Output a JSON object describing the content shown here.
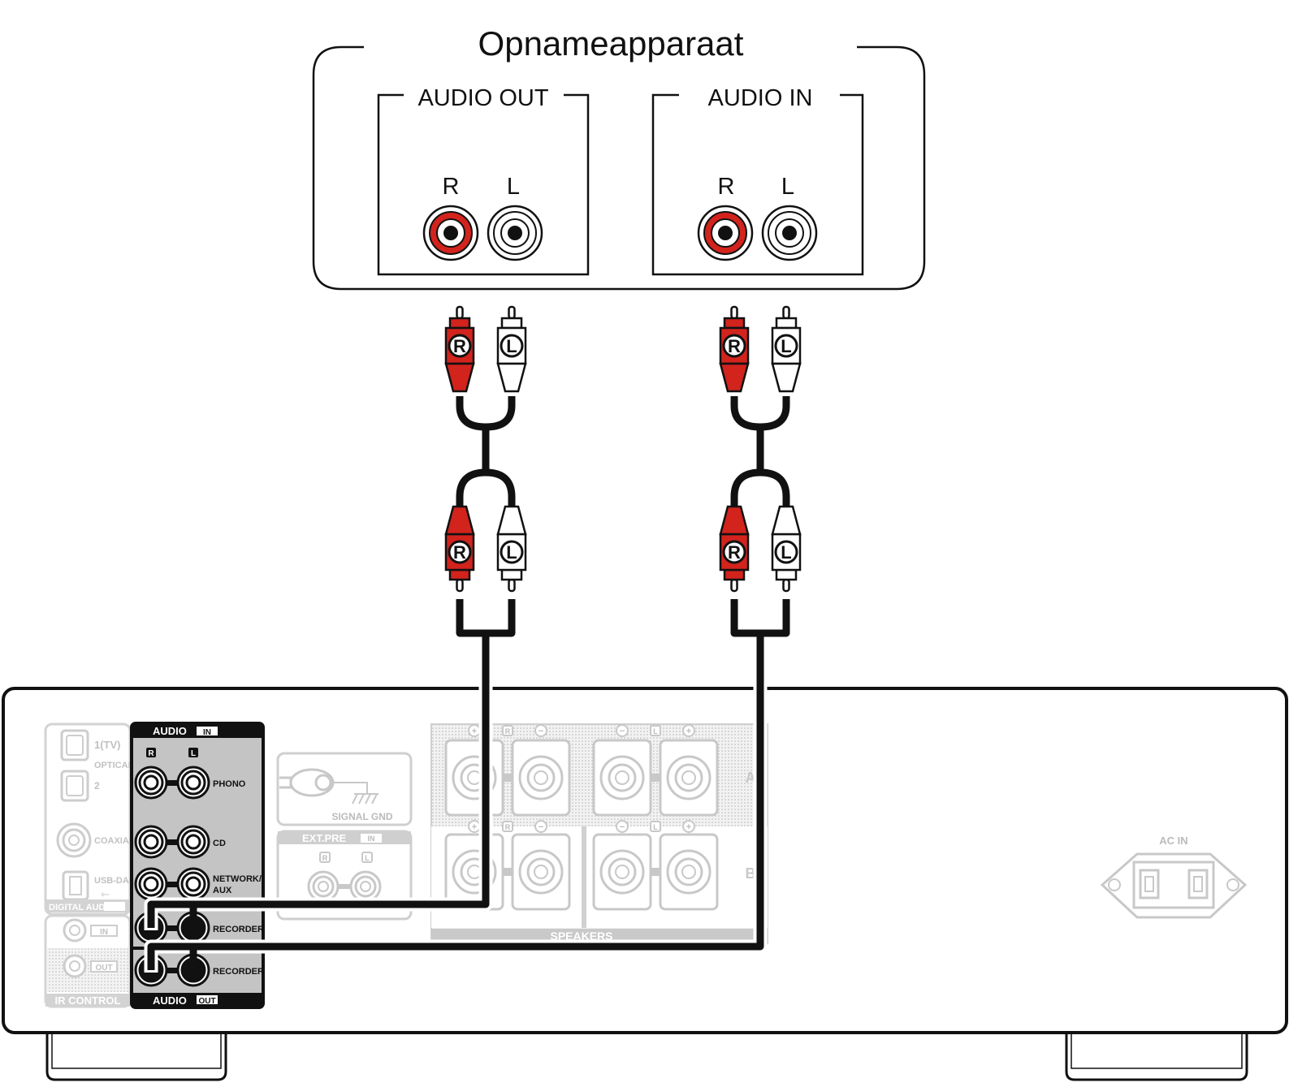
{
  "recorder": {
    "title": "Opnameapparaat",
    "audio_out_label": "AUDIO OUT",
    "audio_in_label": "AUDIO IN",
    "r_label": "R",
    "l_label": "L"
  },
  "cable": {
    "r_label": "R",
    "l_label": "L"
  },
  "amplifier": {
    "audio_in_header": "AUDIO",
    "in_tag": "IN",
    "out_tag": "OUT",
    "r_label": "R",
    "l_label": "L",
    "phono_label": "PHONO",
    "cd_label": "CD",
    "network_label_1": "NETWORK/",
    "network_label_2": "AUX",
    "recorder_in_label": "RECORDER",
    "recorder_out_label": "RECORDER",
    "audio_out_footer": "AUDIO",
    "optical_1_label": "1(TV)",
    "optical_label": "OPTICAL",
    "optical_2_label": "2",
    "coaxial_label": "COAXIAL",
    "usb_dac_label": "USB-DAC",
    "digital_audio_label": "DIGITAL AUDIO",
    "ir_in_label": "IN",
    "ir_out_label": "OUT",
    "ir_control_label": "IR CONTROL",
    "signal_gnd_label": "SIGNAL GND",
    "ext_pre_label": "EXT.PRE",
    "speakers_label": "SPEAKERS",
    "speaker_a_label": "A",
    "speaker_b_label": "B",
    "speaker_r_label": "R",
    "speaker_l_label": "L",
    "ac_in_label": "AC IN"
  },
  "colors": {
    "red": "#d2231d",
    "black": "#111111",
    "grey_panel": "#c4c4c4",
    "faded": "#c8c8c8"
  }
}
